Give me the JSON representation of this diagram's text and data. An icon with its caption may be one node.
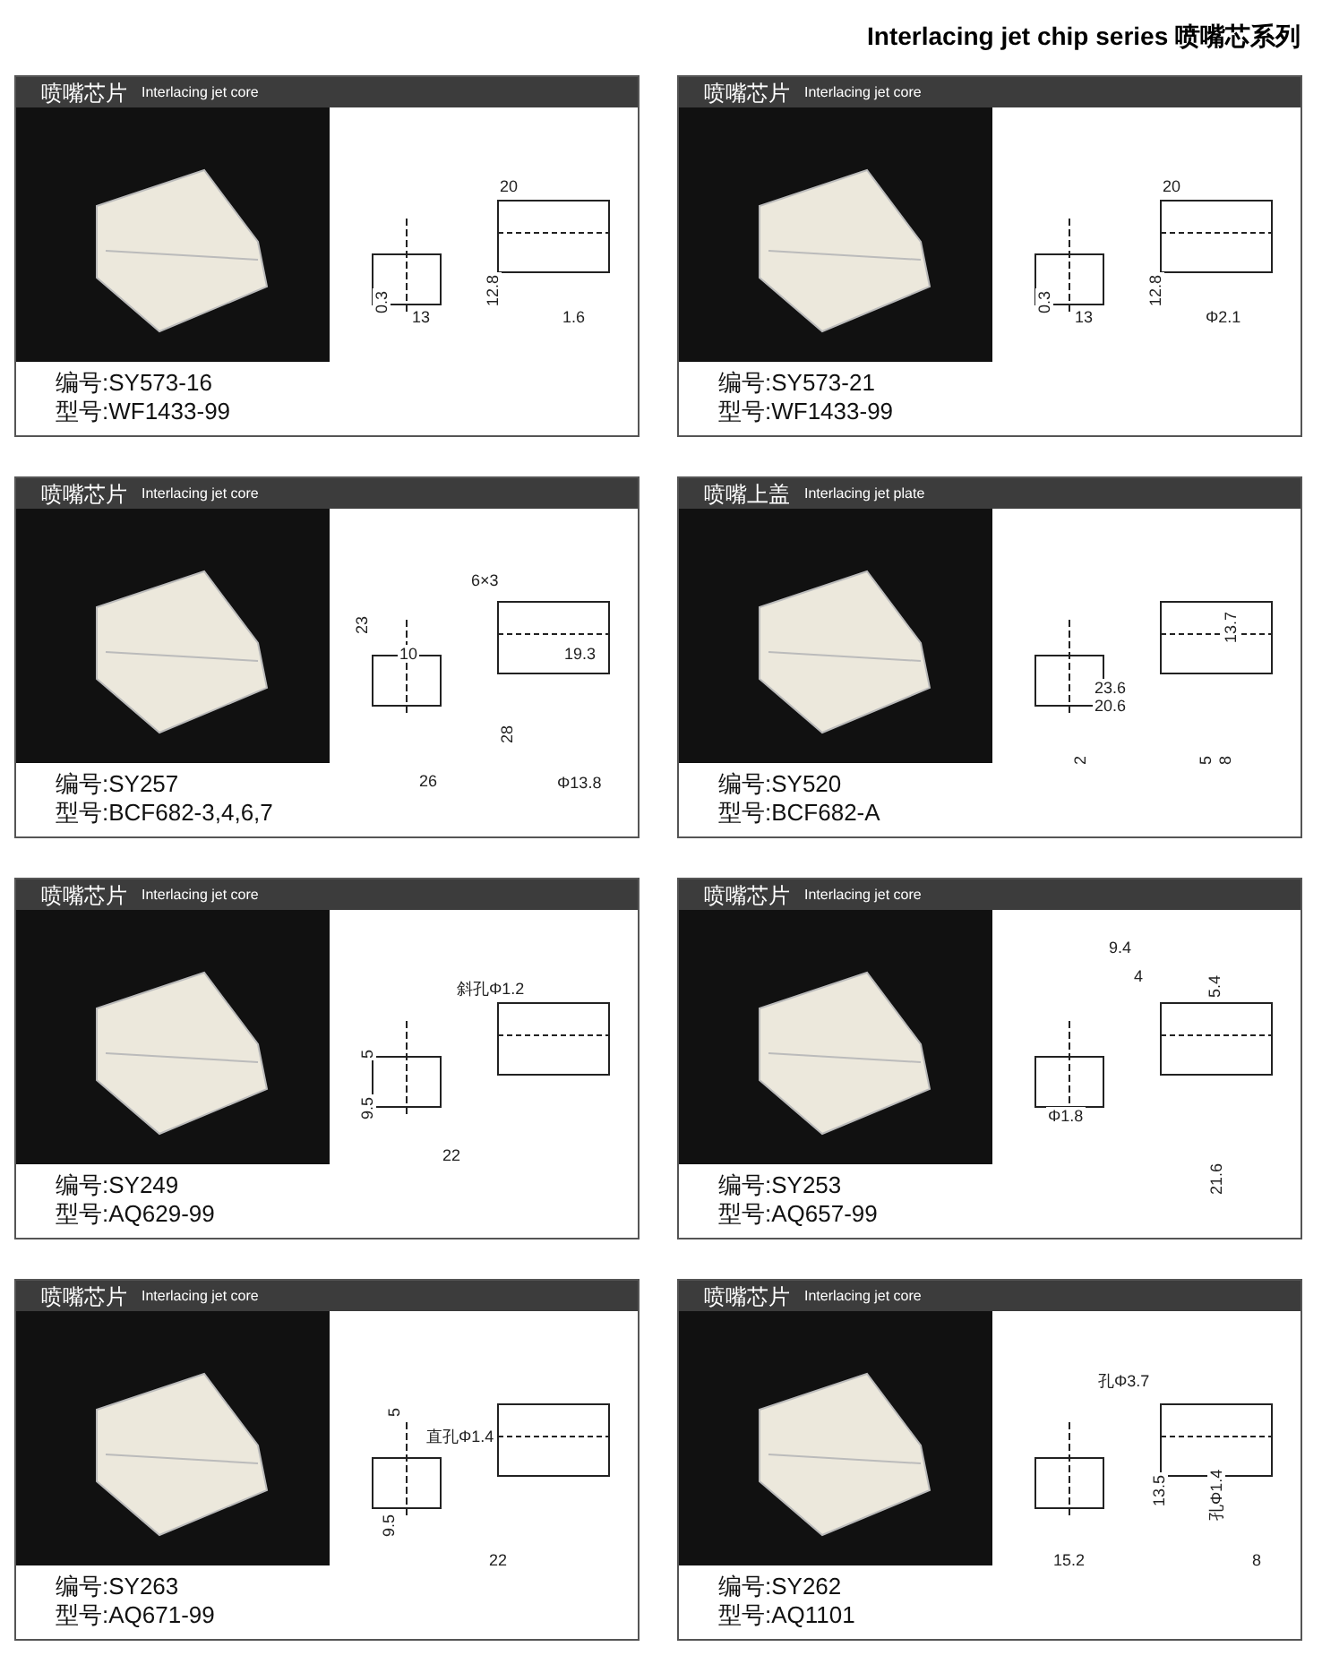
{
  "diagram": {
    "title": "Interlacing jet chip series   喷嘴芯系列",
    "nodes": [
      {
        "text": [
          "喷嘴芯片",
          "Interlacing jet core",
          "编号:SY573-16",
          "型号:WF1433-99"
        ]
      },
      {
        "text": [
          "喷嘴芯片",
          "Interlacing jet core",
          "编号:SY573-21",
          "型号:WF1433-99"
        ]
      },
      {
        "text": [
          "喷嘴芯片",
          "Interlacing jet core",
          "编号:SY257",
          "型号:BCF682-3,4,6,7"
        ]
      },
      {
        "text": [
          "喷嘴上盖",
          "Interlacing jet plate",
          "编号:SY520",
          "型号:BCF682-A"
        ]
      },
      {
        "text": [
          "喷嘴芯片",
          "Interlacing jet core",
          "编号:SY249",
          "型号:AQ629-99"
        ]
      },
      {
        "text": [
          "喷嘴芯片",
          "Interlacing jet core",
          "编号:SY253",
          "型号:AQ657-99"
        ]
      },
      {
        "text": [
          "喷嘴芯片",
          "Interlacing jet core",
          "编号:SY263",
          "型号:AQ671-99"
        ]
      },
      {
        "text": [
          "喷嘴芯片",
          "Interlacing jet core",
          "编号:SY262",
          "型号:AQ1101"
        ]
      }
    ],
    "labels": [
      "20",
      "0.3",
      "12.8",
      "13",
      "1.6",
      "20",
      "0.3",
      "12.8",
      "13",
      "Φ2.1",
      "6×3",
      "23",
      "10",
      "19.3",
      "28",
      "26",
      "Φ13.8",
      "13.7",
      "23.6",
      "20.6",
      "2",
      "5",
      "8",
      "斜孔Φ1.2",
      "5",
      "9.5",
      "22",
      "9.4",
      "4",
      "5.4",
      "Φ1.8",
      "21.6",
      "5",
      "直孔Φ1.4",
      "9.5",
      "22",
      "孔Φ3.7",
      "13.5",
      "孔Φ1.4",
      "15.2",
      "8"
    ]
  }
}
